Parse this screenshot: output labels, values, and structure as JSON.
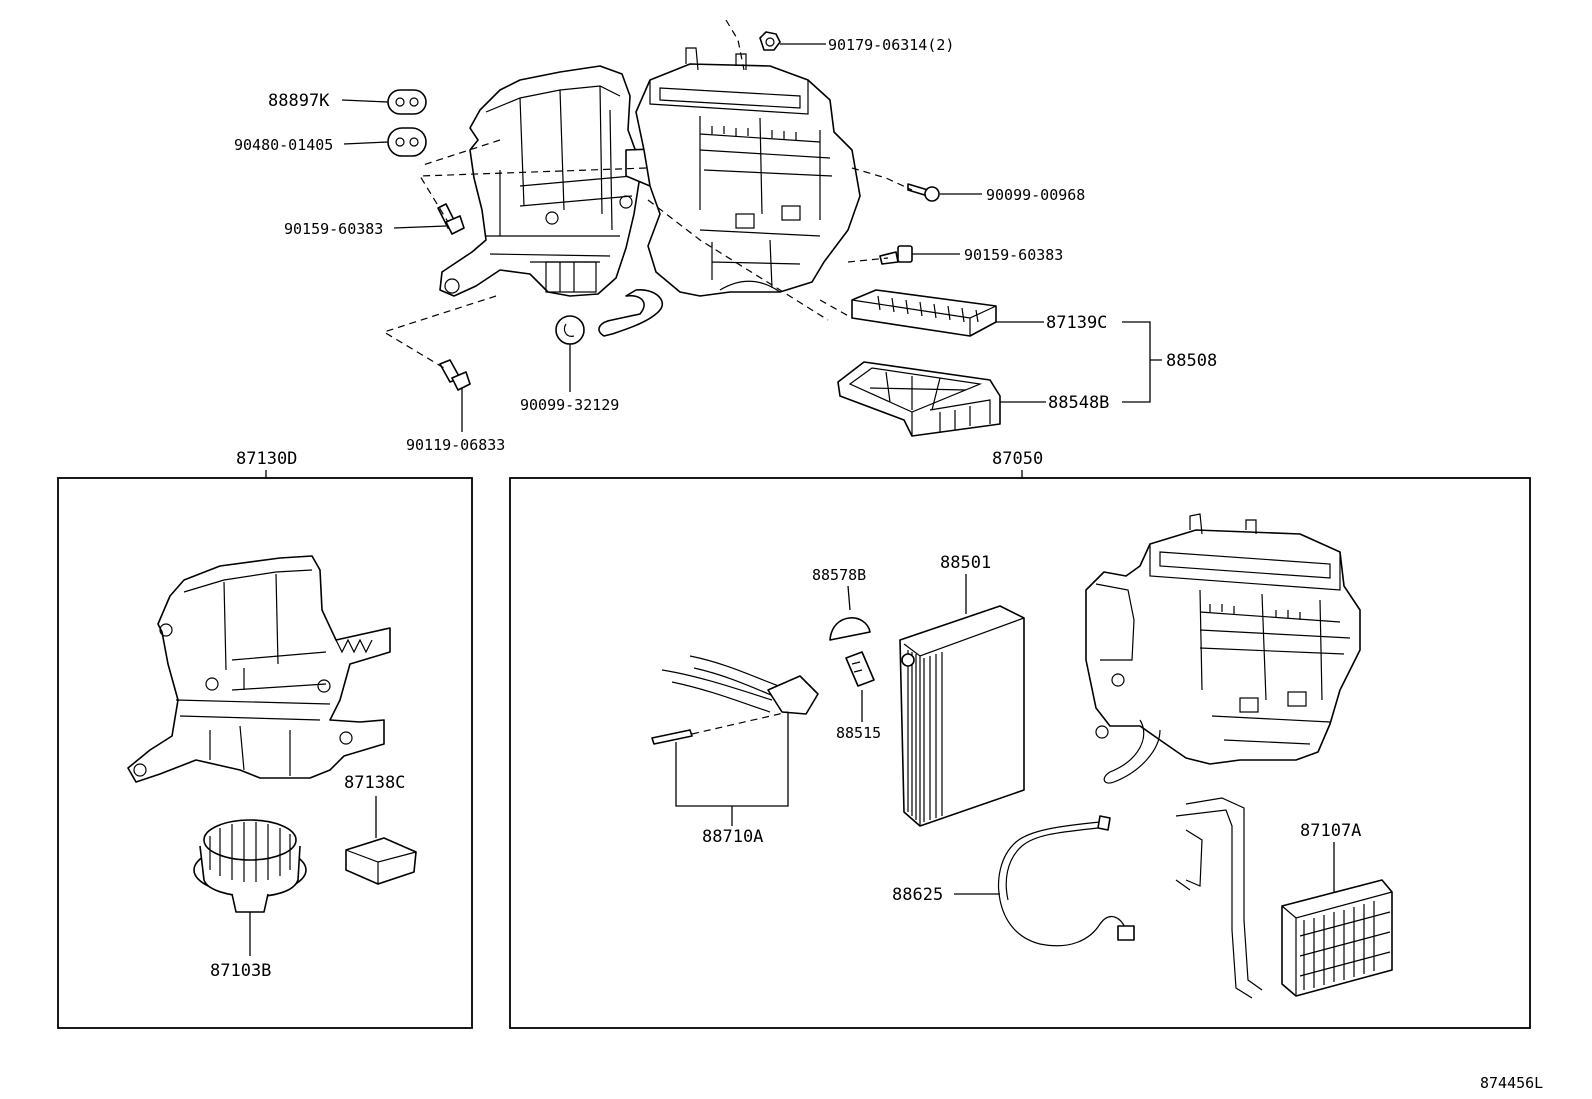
{
  "diagram": {
    "part_labels": {
      "p88897K": "88897K",
      "p90480": "90480-01405",
      "p90159a": "90159-60383",
      "p90179": "90179-06314(2)",
      "p90099a": "90099-00968",
      "p90159b": "90159-60383",
      "p87139C": "87139C",
      "p88508": "88508",
      "p88548B": "88548B",
      "p90099b": "90099-32129",
      "p90119": "90119-06833",
      "p87130D": "87130D",
      "p87050": "87050",
      "p87138C": "87138C",
      "p87103B": "87103B",
      "p88578B": "88578B",
      "p88501": "88501",
      "p88515": "88515",
      "p88710A": "88710A",
      "p88625": "88625",
      "p87107A": "87107A"
    },
    "reference_code": "874456L"
  }
}
